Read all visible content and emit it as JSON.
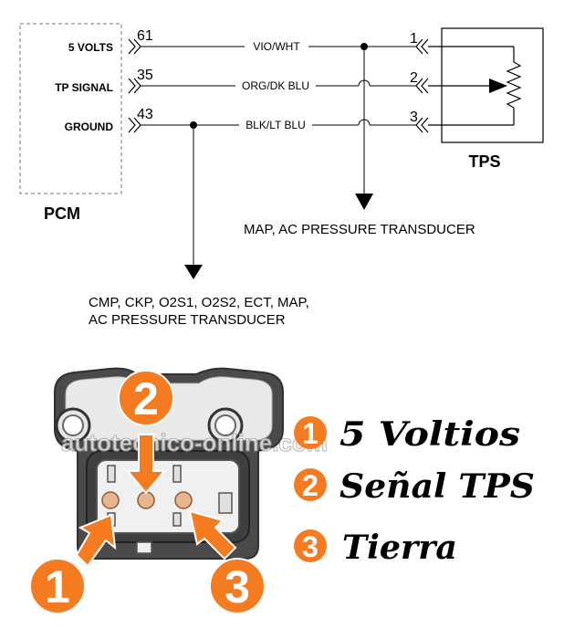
{
  "pcm": {
    "title": "PCM",
    "pins": [
      {
        "label": "5 VOLTS",
        "number": "61"
      },
      {
        "label": "TP SIGNAL",
        "number": "35"
      },
      {
        "label": "GROUND",
        "number": "43"
      }
    ]
  },
  "wires": [
    {
      "color": "VIO/WHT"
    },
    {
      "color": "ORG/DK BLU"
    },
    {
      "color": "BLK/LT BLU"
    }
  ],
  "tps": {
    "title": "TPS",
    "pins": [
      "1",
      "2",
      "3"
    ]
  },
  "branches": {
    "vref": "MAP,  AC PRESSURE TRANSDUCER",
    "ground_line1": "CMP,  CKP,  O2S1,  O2S2,  ECT,  MAP,",
    "ground_line2": "AC PRESSURE TRANSDUCER"
  },
  "watermark": "autotecnico-online.com",
  "connector_callouts": [
    "2",
    "1",
    "3"
  ],
  "legend": [
    {
      "number": "1",
      "text": "5 Voltios"
    },
    {
      "number": "2",
      "text": "Señal TPS"
    },
    {
      "number": "3",
      "text": "Tierra"
    }
  ],
  "colors": {
    "badge": "#f47b20",
    "connector_body": "#555555",
    "connector_face": "#e8e8e8",
    "pin": "#e9b58f"
  }
}
